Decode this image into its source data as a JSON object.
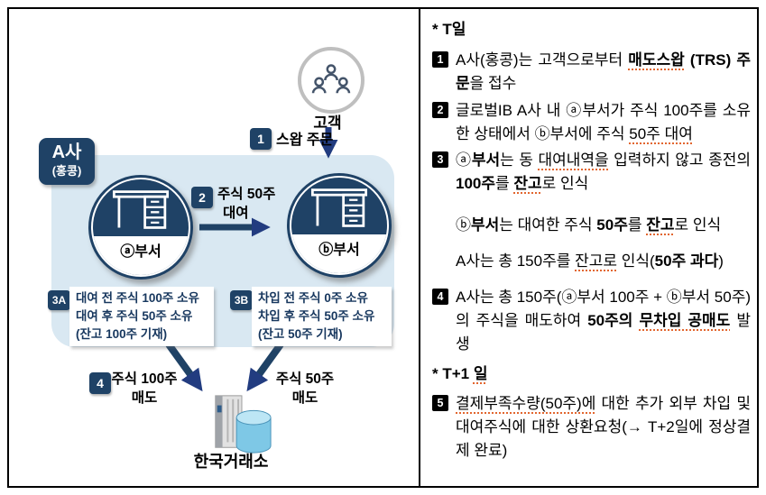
{
  "colors": {
    "navy": "#1F4266",
    "arrow_blue": "#223C80",
    "container_bg": "#D9E8F2",
    "spell_underline": "#E2662F",
    "note_marker_bg": "#000000",
    "customer_ring": "#BFBFBF",
    "cylinder_blue": "#7EC8E6"
  },
  "diagram": {
    "company": {
      "name": "A사",
      "location": "(홍콩)"
    },
    "customer_label": "고객",
    "dept_a_label": "ⓐ부서",
    "dept_b_label": "ⓑ부서",
    "exchange_label": "한국거래소",
    "step1": {
      "badge": "1",
      "label": "스왑 주문"
    },
    "step2": {
      "badge": "2",
      "line1": "주식 50주",
      "line2": "대여"
    },
    "step3a": {
      "badge": "3A",
      "lines": [
        "대여 전 주식 100주 소유",
        "대여 후 주식 50주 소유",
        "(잔고 100주 기재)"
      ]
    },
    "step3b": {
      "badge": "3B",
      "lines": [
        "차입 전 주식 0주 소유",
        "차입 후 주식 50주 소유",
        "(잔고 50주 기재)"
      ]
    },
    "step4": {
      "badge": "4",
      "left_line1": "주식 100주",
      "left_line2": "매도",
      "right_line1": "주식 50주",
      "right_line2": "매도"
    }
  },
  "notes": {
    "blocks": [
      {
        "type": "hdr",
        "cls": "mb9",
        "segments": [
          {
            "t": "* T일",
            "b": true
          }
        ]
      },
      {
        "type": "item",
        "cls": "mb4",
        "marker": "1",
        "segments": [
          {
            "t": "A사(홍콩)는 고객으로부터 "
          },
          {
            "t": "매도스왑",
            "b": true,
            "u": true
          },
          {
            "t": " (TRS) 주문",
            "b": true
          },
          {
            "t": "을 접수"
          }
        ]
      },
      {
        "type": "item",
        "cls": "mb3",
        "marker": "2",
        "segments": [
          {
            "t": "글로벌IB A사 내 ⓐ부서가 주식 100주를 소유한 상태에서 ⓑ부서에 주식 "
          },
          {
            "t": "50주 대여",
            "u": true
          }
        ]
      },
      {
        "type": "item",
        "cls": "mb20",
        "marker": "3",
        "segments": [
          {
            "t": "ⓐ"
          },
          {
            "t": "부서",
            "b": true
          },
          {
            "t": "는 동 "
          },
          {
            "t": "대여내역을",
            "u": true
          },
          {
            "t": " 입력하지 않고 종전의 "
          },
          {
            "t": "100주",
            "b": true
          },
          {
            "t": "를 "
          },
          {
            "t": "잔고",
            "b": true,
            "u": true
          },
          {
            "t": "로 인식"
          }
        ]
      },
      {
        "type": "subitem",
        "cls": "mb14",
        "segments": [
          {
            "t": "ⓑ"
          },
          {
            "t": "부서",
            "b": true
          },
          {
            "t": "는 대여한 주식 "
          },
          {
            "t": "50주",
            "b": true
          },
          {
            "t": "를 "
          },
          {
            "t": "잔고",
            "b": true,
            "u": true
          },
          {
            "t": "로 인식"
          }
        ]
      },
      {
        "type": "subitem",
        "cls": "mb14",
        "segments": [
          {
            "t": "A사는 총 150주를 "
          },
          {
            "t": "잔고로",
            "u": true
          },
          {
            "t": " 인식("
          },
          {
            "t": "50주 과다",
            "b": true
          },
          {
            "t": ")"
          }
        ]
      },
      {
        "type": "item",
        "cls": "mb8",
        "marker": "4",
        "segments": [
          {
            "t": "A사는 총 150주(ⓐ부서 100주 + ⓑ부서 50주)의 주식을 매도하여 "
          },
          {
            "t": "50주의 ",
            "b": true
          },
          {
            "t": "무차입 공매도",
            "b": true,
            "u": true
          },
          {
            "t": " 발생"
          }
        ]
      },
      {
        "type": "hdr",
        "cls": "mb8",
        "segments": [
          {
            "t": "* T+1 ",
            "b": true
          },
          {
            "t": "일",
            "b": true,
            "u": true
          }
        ]
      },
      {
        "type": "item",
        "cls": "",
        "marker": "5",
        "segments": [
          {
            "t": "결제부족수량(50주)에",
            "u": true
          },
          {
            "t": " 대한 추가 외부 차입 및 대여주식에 대한 상환요청(→ T+2일에 정상결제 완료)"
          }
        ]
      }
    ]
  }
}
